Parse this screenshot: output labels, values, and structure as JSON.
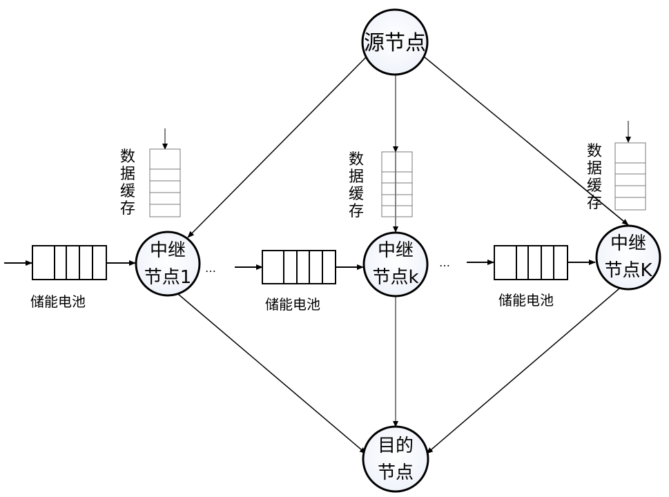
{
  "nodes": {
    "source": {
      "line1": "源节点"
    },
    "relay1": {
      "line1": "中继",
      "line2": "节点1"
    },
    "relayk": {
      "line1": "中继",
      "line2": "节点k"
    },
    "relayK": {
      "line1": "中继",
      "line2": "节点K"
    },
    "destination": {
      "line1": "目的",
      "line2": "节点"
    }
  },
  "buffer_label": [
    "数",
    "据",
    "缓",
    "存"
  ],
  "battery_label": "储能电池",
  "ellipsis": "…",
  "colors": {
    "stroke": "#000000",
    "buffer_stroke": "#777777",
    "node_fill": "#f4f6fb"
  }
}
